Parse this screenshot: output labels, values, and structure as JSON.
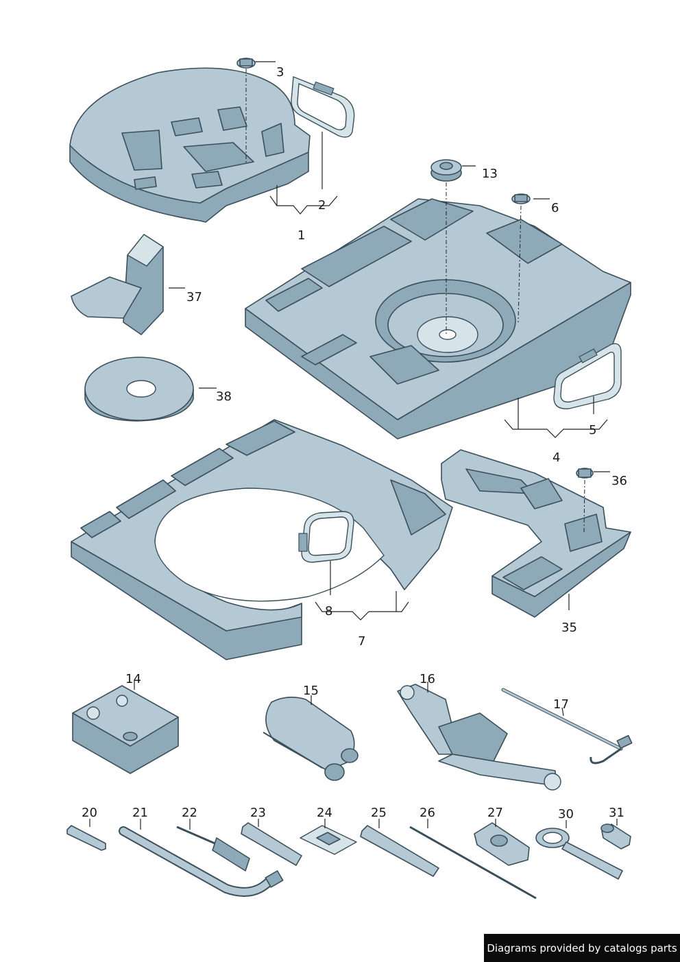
{
  "credit": "Diagrams provided by catalogs parts",
  "callouts": {
    "c1": "1",
    "c2": "2",
    "c3": "3",
    "c4": "4",
    "c5": "5",
    "c6": "6",
    "c7": "7",
    "c8": "8",
    "c13": "13",
    "c14": "14",
    "c15": "15",
    "c16": "16",
    "c17": "17",
    "c20": "20",
    "c21": "21",
    "c22": "22",
    "c23": "23",
    "c24": "24",
    "c25": "25",
    "c26": "26",
    "c27": "27",
    "c30": "30",
    "c31": "31",
    "c35": "35",
    "c36": "36",
    "c37": "37",
    "c38": "38"
  }
}
